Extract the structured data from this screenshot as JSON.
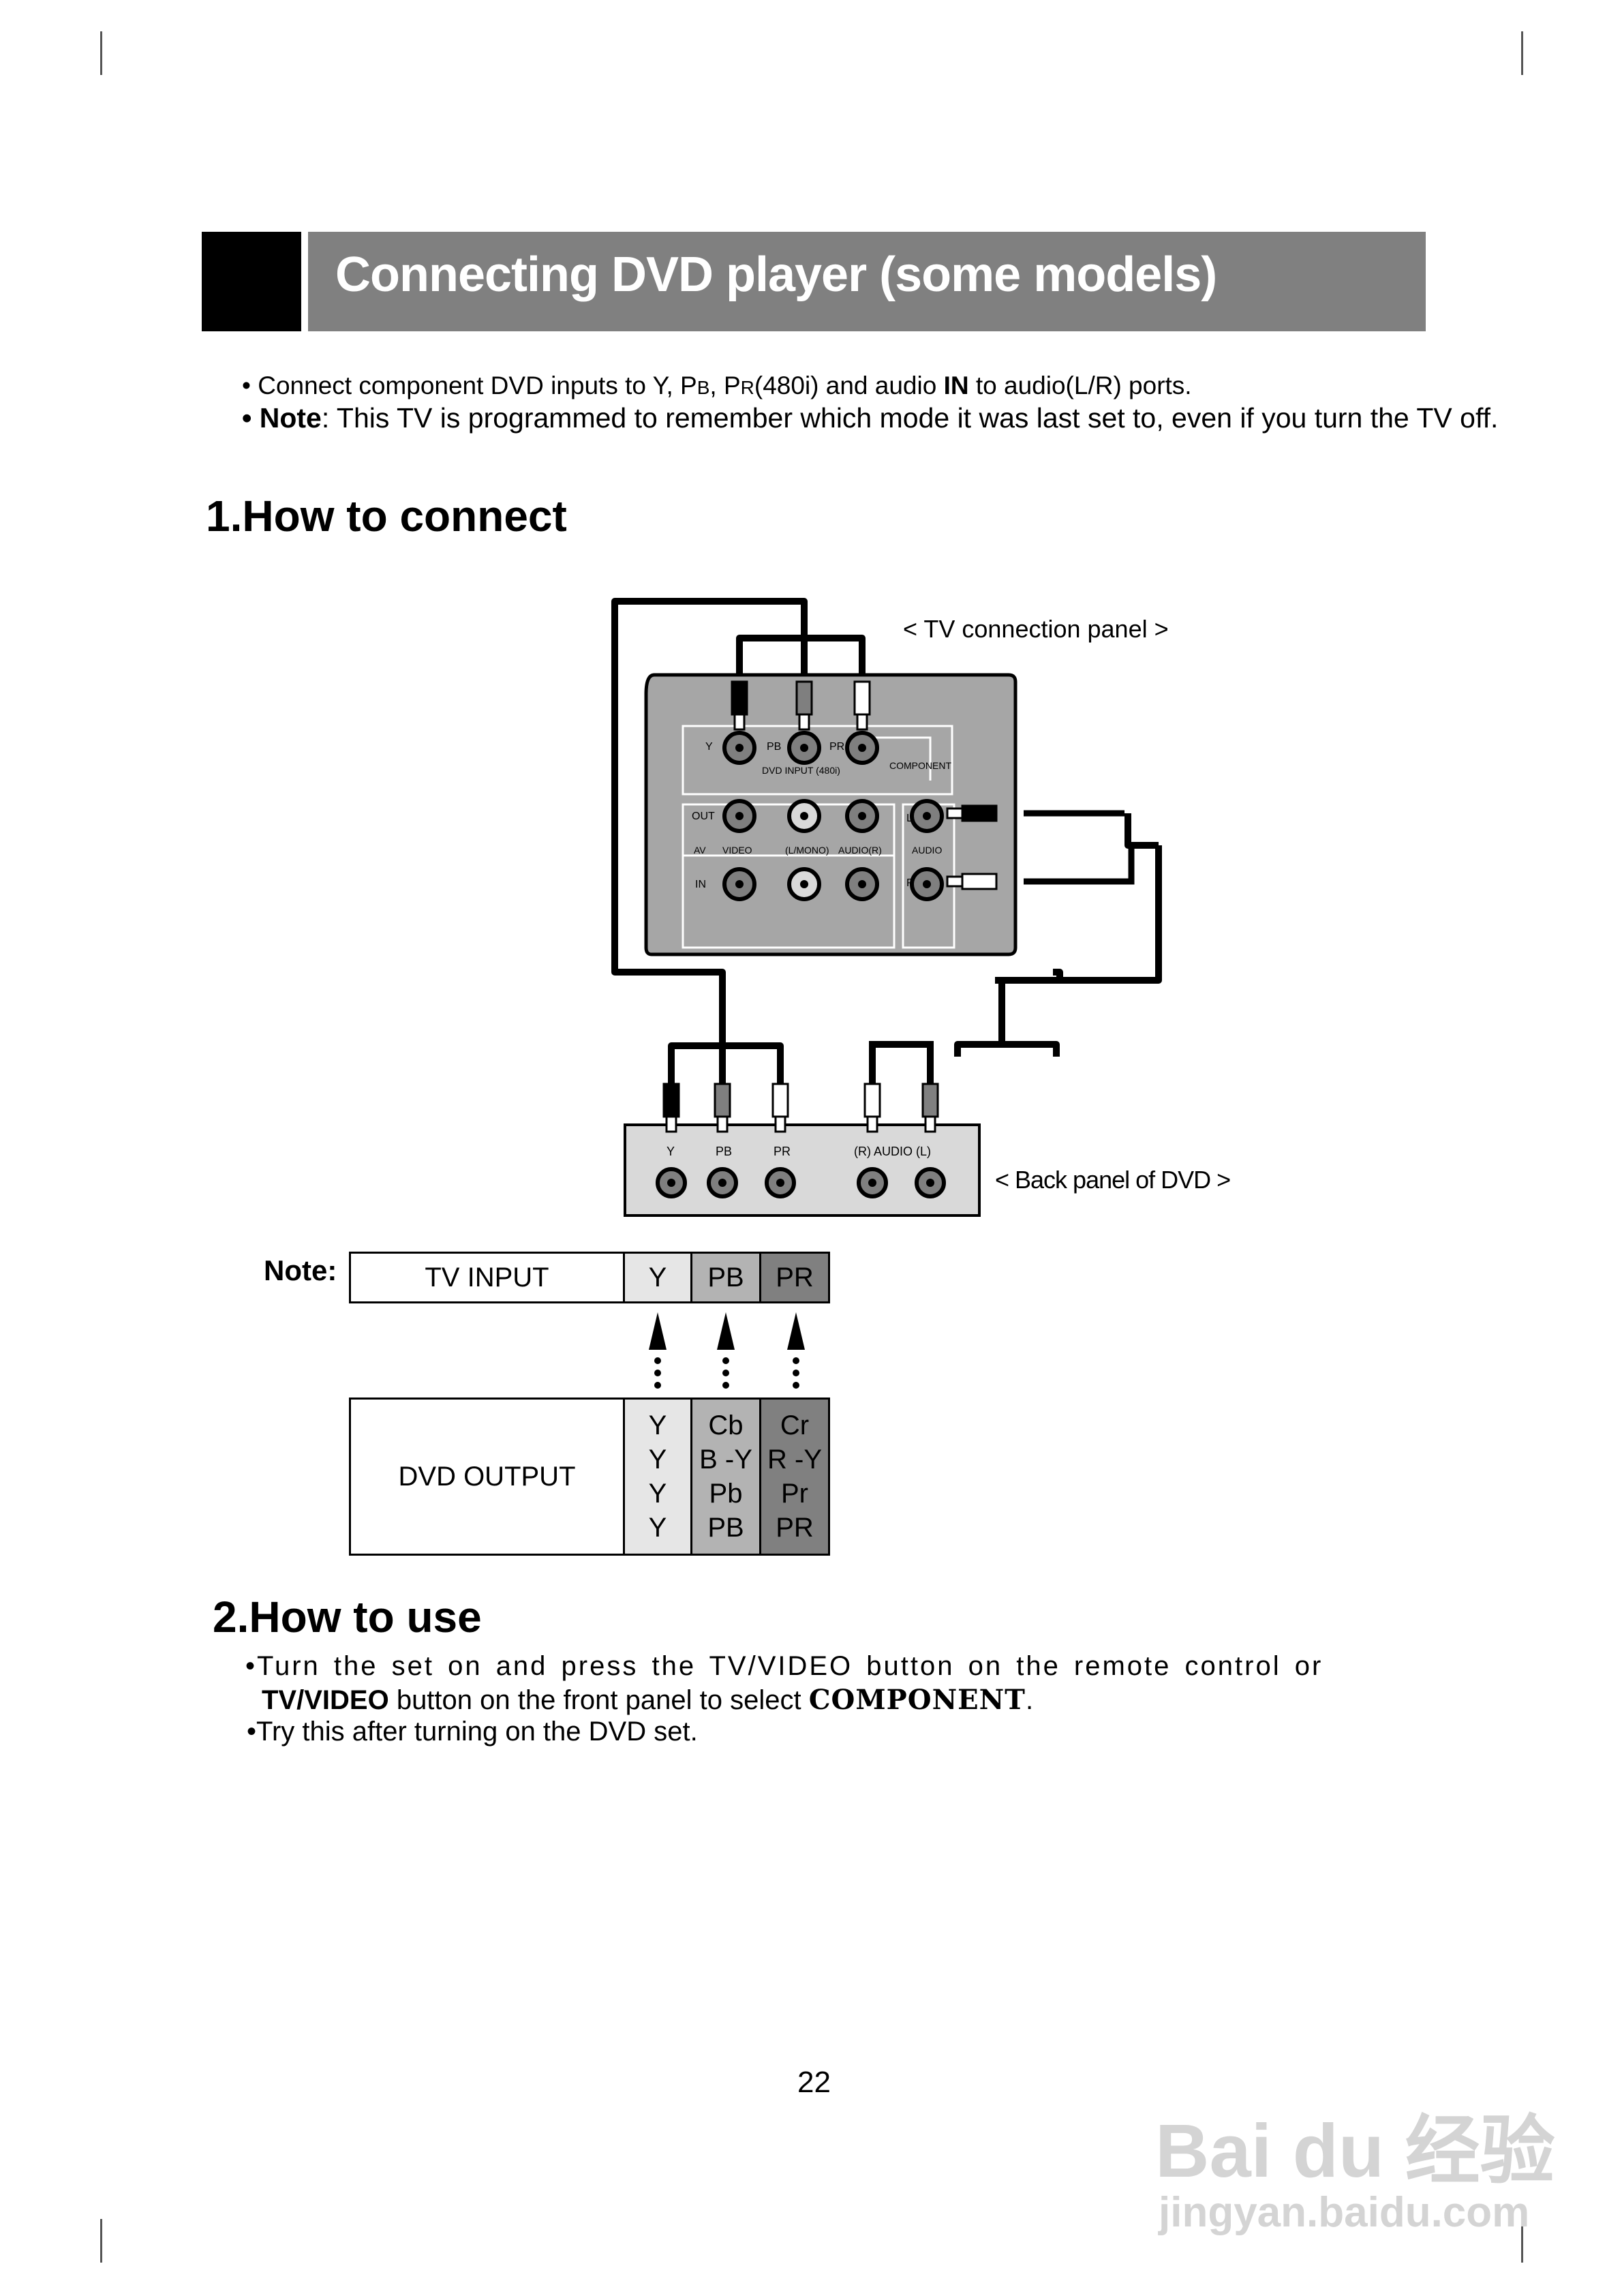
{
  "header": {
    "title": "Connecting DVD player (some models)"
  },
  "intro": {
    "line1": {
      "bullet": "•",
      "pre": " Connect component DVD inputs to Y, P",
      "sub_b": "B",
      "mid": ", P",
      "sub_r": "R",
      "post1": "(480i) and audio ",
      "bold": "IN",
      "post2": " to audio(L/R) ports."
    },
    "line2": {
      "bullet": "•",
      "bold": " Note",
      "rest": ": This TV is programmed to remember which mode it was last set to, even if you turn the TV off."
    }
  },
  "section1": {
    "title": "1.How to connect"
  },
  "diagram": {
    "tv_panel_label": "< TV connection panel >",
    "dvd_panel_label": "< Back panel of DVD >",
    "tv_labels": {
      "y": "Y",
      "pb": "PB",
      "pr": "PR",
      "dvd_input": "DVD INPUT (480i)",
      "component": "COMPONENT",
      "out": "OUT",
      "av": "AV",
      "video": "VIDEO",
      "mono": "(L/MONO)",
      "audio_r": "AUDIO(R)",
      "audio": "AUDIO",
      "in": "IN",
      "l": "L",
      "r": "R"
    },
    "dvd_labels": {
      "y": "Y",
      "pb": "PB",
      "pr": "PR",
      "audio": "(R) AUDIO (L)"
    }
  },
  "note_table": {
    "note_label": "Note:",
    "tv_input": "TV INPUT",
    "tv_cols": [
      "Y",
      "PB",
      "PR"
    ],
    "dvd_output": "DVD OUTPUT",
    "dvd_cols": [
      [
        "Y",
        "Y",
        "Y",
        "Y"
      ],
      [
        "Cb",
        "B -Y",
        "Pb",
        "PB"
      ],
      [
        "Cr",
        "R -Y",
        "Pr",
        "PR"
      ]
    ],
    "colors": {
      "col1": "#e6e6e6",
      "col2": "#b3b3b3",
      "col3": "#808080"
    }
  },
  "section2": {
    "title": "2.How to use",
    "line1": "Turn the set on and press the TV/VIDEO button on the remote control or",
    "line1_bold": "TV/VIDEO",
    "line2_bold": "TV/VIDEO",
    "line2_rest": " button on the front panel to select ",
    "line2_bold2": "COMPONENT",
    "line2_end": ".",
    "line3": "•Try this after turning on the DVD set."
  },
  "page_number": "22",
  "watermark": {
    "line1": "Bai du 经验",
    "line2": "jingyan.baidu.com"
  }
}
